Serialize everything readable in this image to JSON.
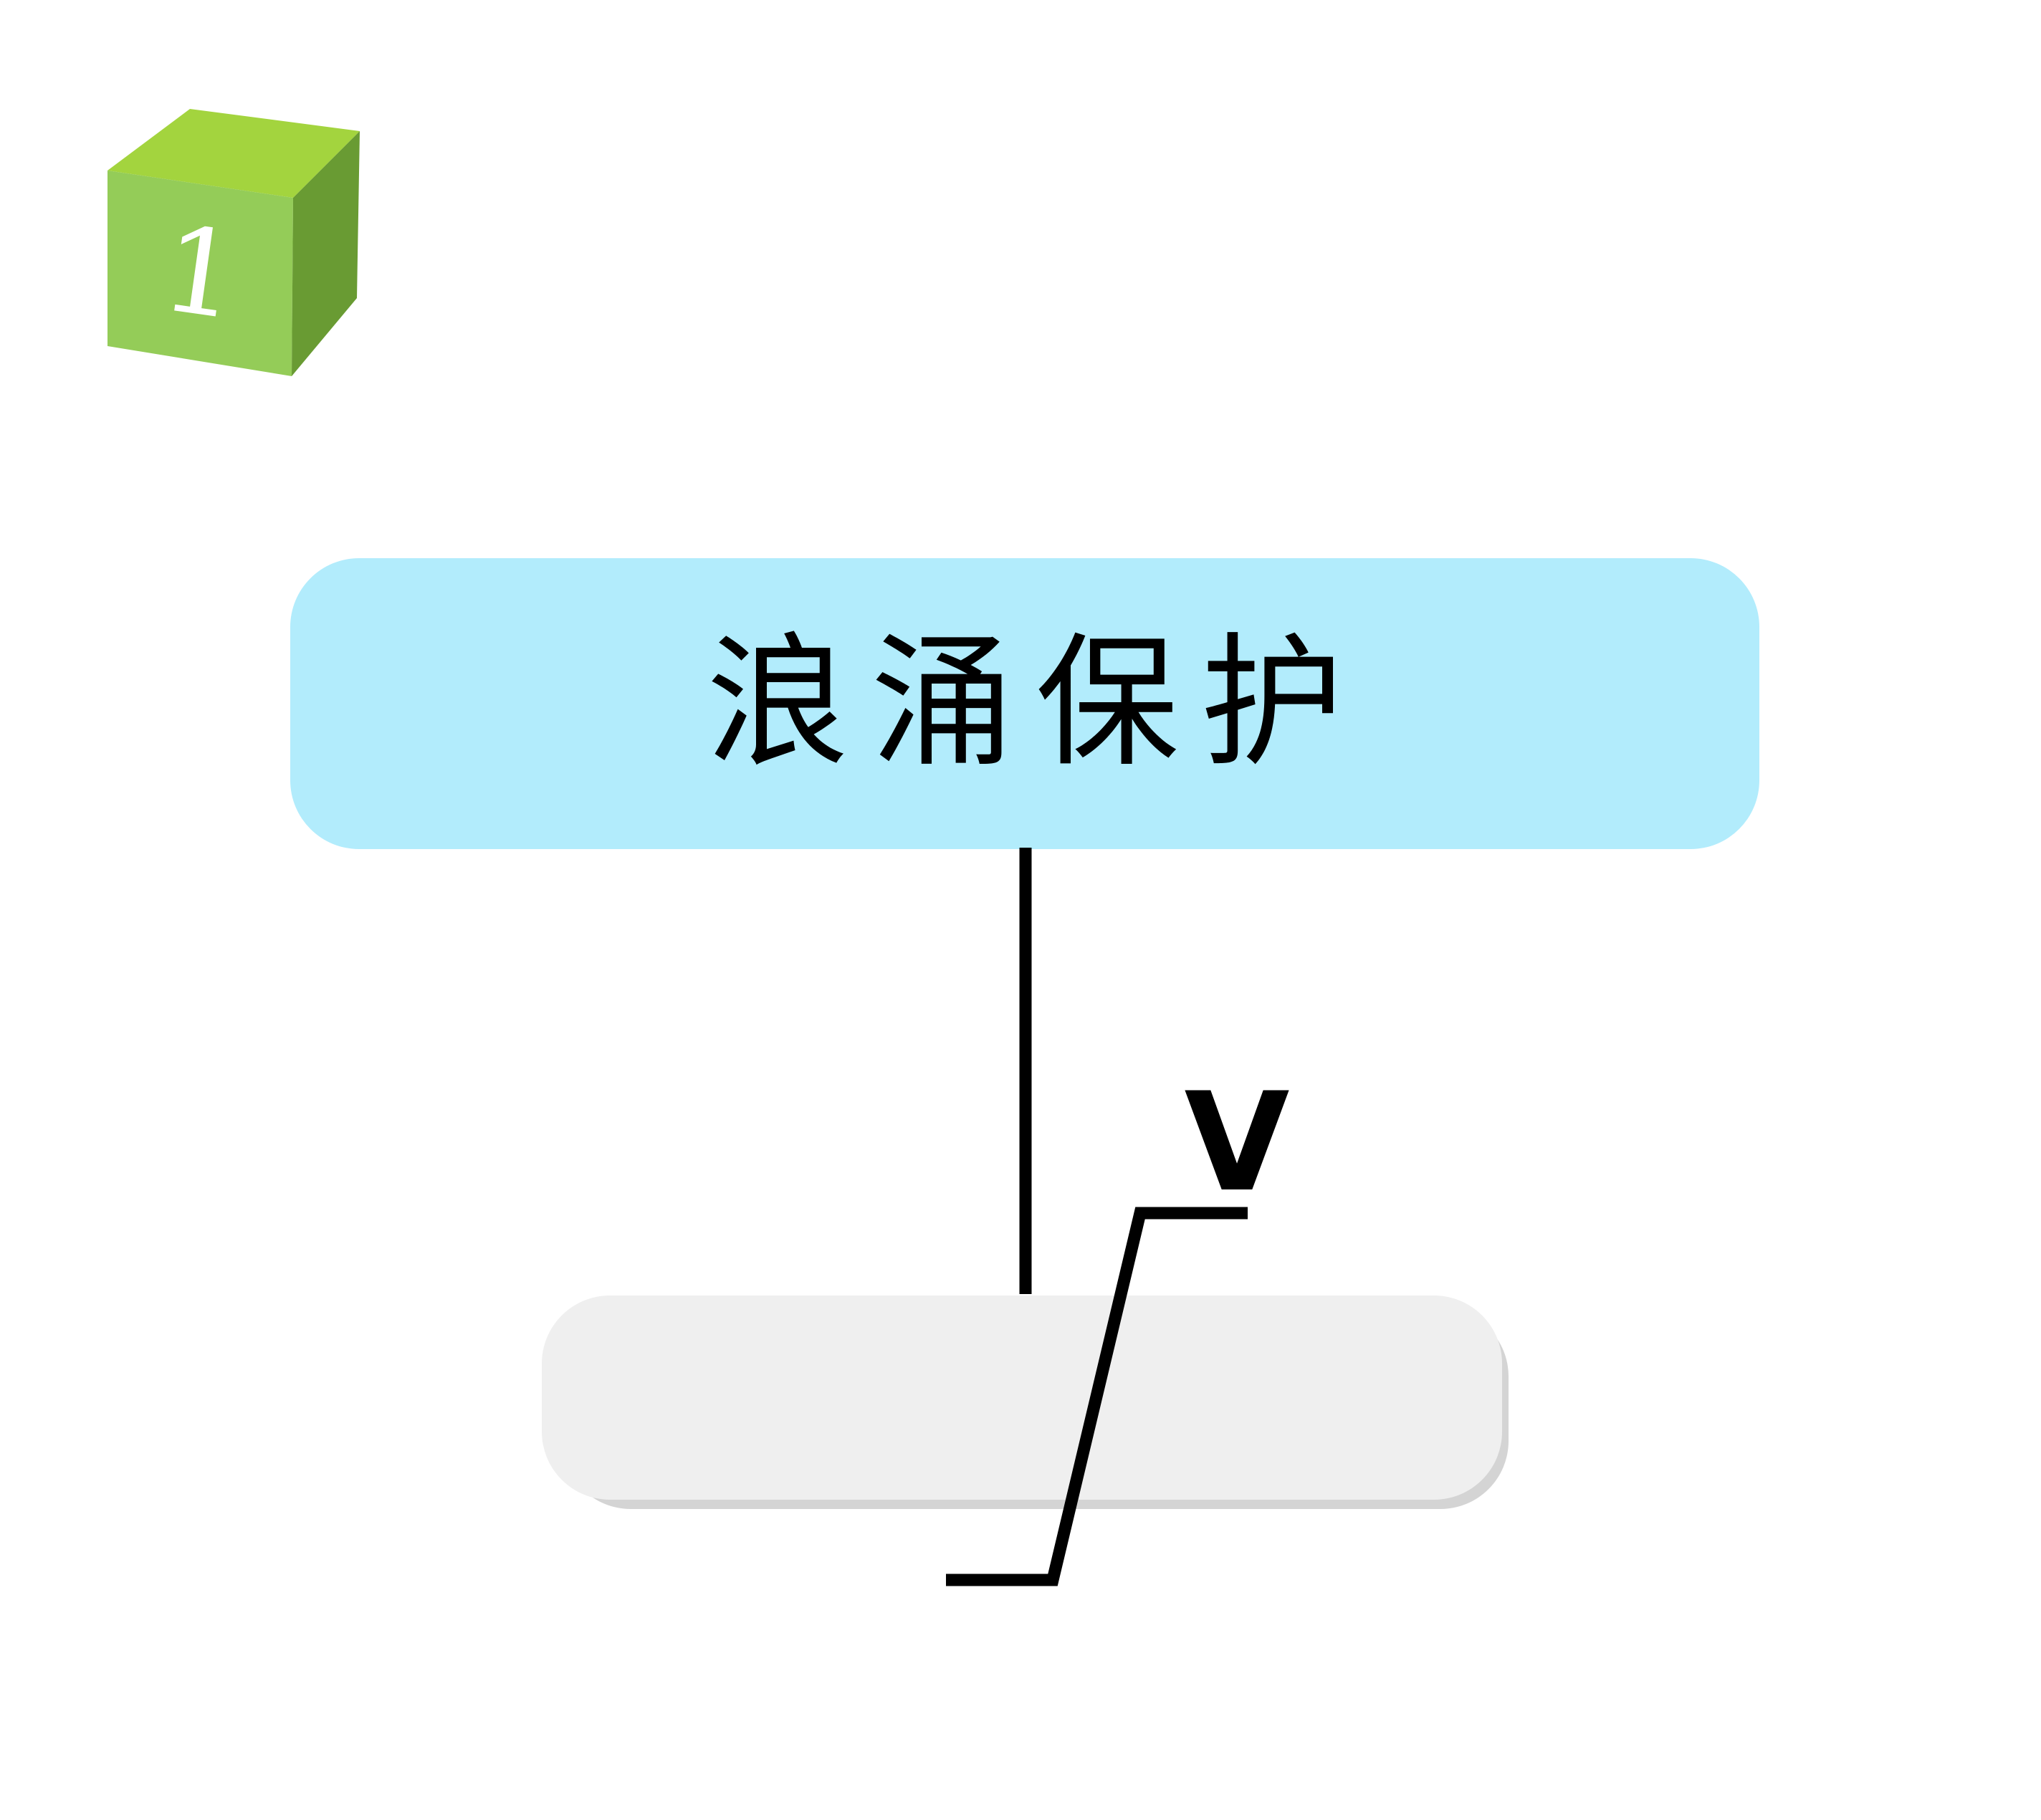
{
  "step": {
    "number": "1"
  },
  "title": {
    "text": "浪涌保护"
  },
  "component": {
    "label": "V",
    "type": "varistor-symbol"
  },
  "colors": {
    "cube_top": "#a3d43e",
    "cube_front": "#94cc58",
    "cube_side": "#699b33",
    "title_box": "#b2ecfc",
    "bottom_box": "#efefef",
    "bottom_box_shadow": "#d4d4d4",
    "line": "#000000"
  }
}
